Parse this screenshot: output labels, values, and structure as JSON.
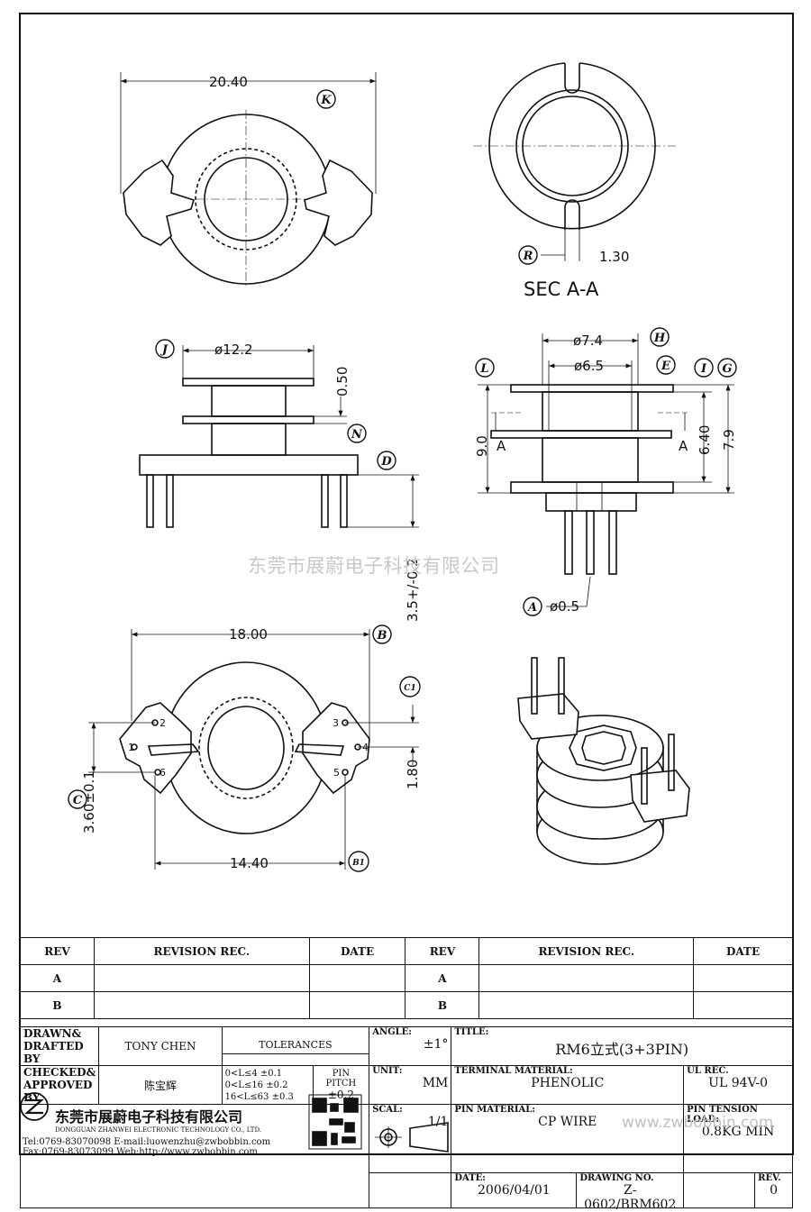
{
  "views": {
    "top": {
      "width": "20.40",
      "mark": "K"
    },
    "section": {
      "slot": "1.30",
      "mark": "R",
      "caption": "SEC A-A"
    },
    "side": {
      "dia": "ø12.2",
      "mark_j": "J",
      "flange": "0.50",
      "mark_n": "N",
      "mark_d": "D",
      "pin_len": "3.5+/-0.2"
    },
    "front": {
      "outer": "ø7.4",
      "inner": "ø6.5",
      "h": "H",
      "e": "E",
      "i": "I",
      "g": "G",
      "l": "L",
      "height_left": "9.0",
      "mid": "6.40",
      "total": "7.9",
      "sec": "A",
      "pin": "ø0.5",
      "mark_a": "A"
    },
    "bottom": {
      "width": "18.00",
      "mark_b": "B",
      "mark_c1": "C1",
      "pitch": "1.80",
      "span": "14.40",
      "mark_b1": "B1",
      "height": "3.60±0.1",
      "mark_c": "C",
      "pins": [
        "1",
        "2",
        "3",
        "4",
        "5",
        "6"
      ]
    }
  },
  "watermark": "东莞市展蔚电子科技有限公司",
  "watermark2": "www.zwbobbin.com",
  "revisions": {
    "headers": [
      "REV",
      "REVISION REC.",
      "DATE",
      "REV",
      "REVISION REC.",
      "DATE"
    ],
    "rows": [
      [
        "A",
        "",
        "",
        "A",
        "",
        ""
      ],
      [
        "B",
        "",
        "",
        "B",
        "",
        ""
      ]
    ]
  },
  "titleblock": {
    "drawn_label": "DRAWN& DRAFTED BY",
    "drawn": "TONY CHEN",
    "checked_label": "CHECKED& APPROVED BY",
    "checked": "陈宝辉",
    "tol_label": "TOLERANCES",
    "tol_rows": [
      "0<L≤4   ±0.1",
      "0<L≤16  ±0.2",
      "16<L≤63 ±0.3"
    ],
    "pitch_label": "PIN PITCH",
    "pitch": "±0.2",
    "angle_label": "ANGLE:",
    "angle": "±1°",
    "unit_label": "UNIT:",
    "unit": "MM",
    "scale_label": "SCAL:",
    "scale": "1/1",
    "title_label": "TITLE:",
    "title": "RM6立式(3+3PIN)",
    "terminal_label": "TERMINAL MATERIAL:",
    "terminal": "PHENOLIC",
    "ul_label": "UL REC.",
    "ul": "UL 94V-0",
    "pinmat_label": "PIN MATERIAL:",
    "pinmat": "CP WIRE",
    "tension_label": "PIN TENSION LOAD:",
    "tension": "0.8KG MIN",
    "date_label": "DATE:",
    "date": "2006/04/01",
    "dwg_label": "DRAWING NO.",
    "dwg": "Z-0602/BRM602",
    "rev_label": "REV.",
    "rev": "0",
    "company_cn": "东莞市展蔚电子科技有限公司",
    "company_en": "DONGGUAN ZHANWEI ELECTRONIC TECHNOLOGY CO., LTD.",
    "tel": "Tel:0769-83070098 E-mail:luowenzhu@zwbobbin.com",
    "fax": "Fax:0769-83073099  Web:http://www.zwbobbin.com"
  },
  "colors": {
    "line": "#111111",
    "watermark": "#c8c8c8"
  }
}
